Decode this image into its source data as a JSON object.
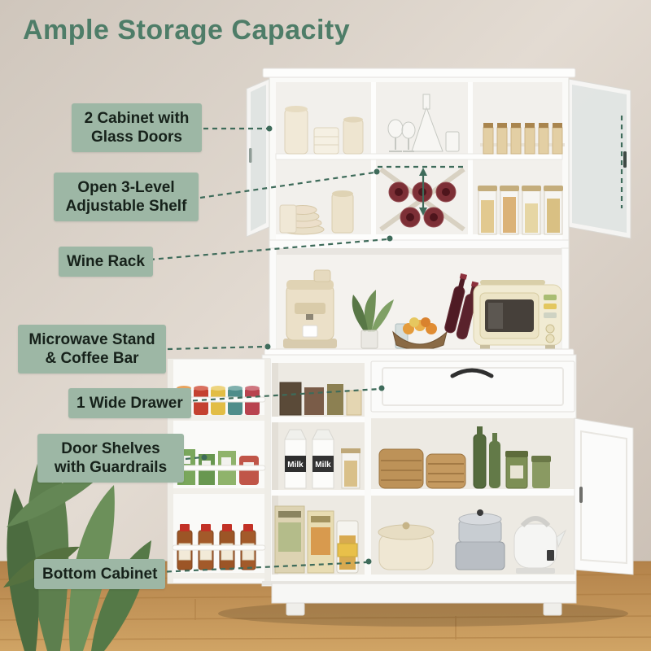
{
  "title": "Ample Storage Capacity",
  "labels": [
    {
      "id": "glass-doors",
      "text": "2 Cabinet with Glass Doors"
    },
    {
      "id": "adjustable-shelf",
      "text": "Open 3-Level Adjustable Shelf"
    },
    {
      "id": "wine-rack",
      "text": "Wine Rack"
    },
    {
      "id": "microwave-stand",
      "text": "Microwave Stand & Coffee Bar"
    },
    {
      "id": "wide-drawer",
      "text": "1 Wide Drawer"
    },
    {
      "id": "door-shelves",
      "text": "Door Shelves with Guardrails"
    },
    {
      "id": "bottom-cabinet",
      "text": "Bottom Cabinet"
    }
  ],
  "scene": {
    "milk_label": "Milk"
  },
  "colors": {
    "title": "#4e7d68",
    "label_bg": "#9db7a5",
    "label_text": "#16211a",
    "connector": "#3e6b5a",
    "cabinet": "#fafaf8",
    "wall": "#d8cfc6",
    "floor": "#c59a60"
  }
}
